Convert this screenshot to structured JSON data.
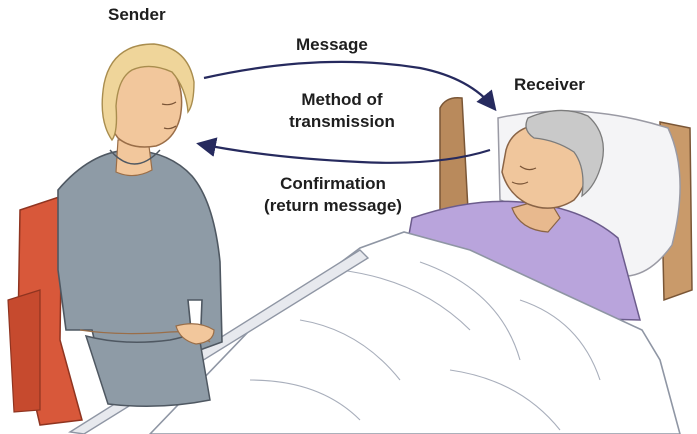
{
  "labels": {
    "sender": "Sender",
    "message": "Message",
    "receiver": "Receiver",
    "method_line1": "Method of",
    "method_line2": "transmission",
    "confirmation_line1": "Confirmation",
    "confirmation_line2": "(return message)"
  },
  "colors": {
    "arrow": "#262a5e",
    "scrubs": "#8e9ba6",
    "chair": "#d8583a",
    "gown": "#b9a4dc",
    "headboard": "#b98a5c",
    "skin": "#f2c79c",
    "hair_sender": "#efd59a",
    "hair_receiver": "#c9c9c9"
  }
}
